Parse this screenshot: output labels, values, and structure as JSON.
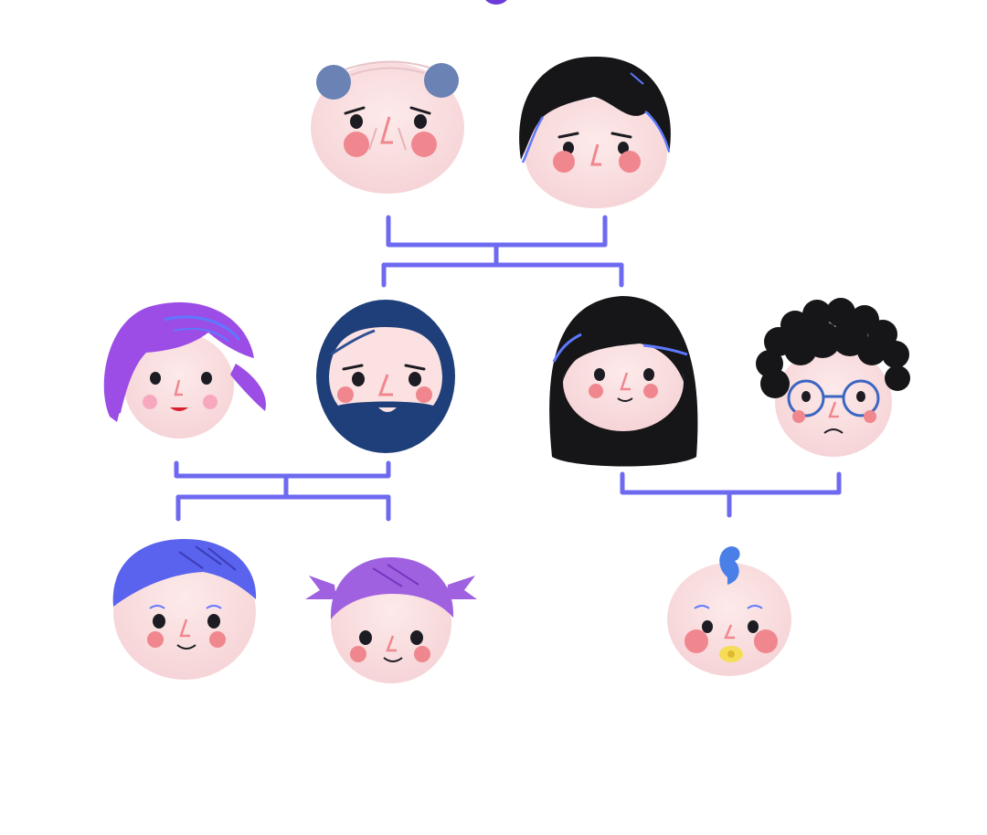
{
  "diagram": {
    "type": "family-tree",
    "colors": {
      "connector": "#6e6af0",
      "skin": "#fbe1e1",
      "skin_shade": "#f4cfd2",
      "cheek": "#f0878e",
      "cheek_light": "#f7a8be",
      "eye": "#1c1c22",
      "hair_black": "#161619",
      "hair_purple": "#9b4de6",
      "hair_violet": "#a061e0",
      "hair_blue": "#5a63ee",
      "hair_grey_blue": "#6a82b4",
      "beard_navy": "#1f3f7a",
      "accent_blue": "#5e78ff",
      "glasses": "#3c66c2",
      "pacifier": "#f5dd57",
      "top_dot": "#6b3ad8"
    },
    "people": [
      {
        "id": "grandpa",
        "icon": "bald-grandpa-face-icon",
        "generation": 1
      },
      {
        "id": "grandma",
        "icon": "black-hair-grandma-face-icon",
        "generation": 1
      },
      {
        "id": "purple-aunt",
        "icon": "purple-hair-woman-face-icon",
        "generation": 2
      },
      {
        "id": "bearded-son",
        "icon": "bearded-man-face-icon",
        "generation": 2
      },
      {
        "id": "long-hair-daughter",
        "icon": "long-black-hair-woman-face-icon",
        "generation": 2
      },
      {
        "id": "curly-husband",
        "icon": "curly-hair-glasses-man-face-icon",
        "generation": 2
      },
      {
        "id": "boy",
        "icon": "blue-hair-boy-face-icon",
        "generation": 3
      },
      {
        "id": "girl",
        "icon": "pigtails-girl-face-icon",
        "generation": 3
      },
      {
        "id": "baby",
        "icon": "baby-with-pacifier-face-icon",
        "generation": 3
      }
    ],
    "couples": [
      {
        "partners": [
          "grandpa",
          "grandma"
        ],
        "children": [
          "bearded-son",
          "long-hair-daughter"
        ]
      },
      {
        "partners": [
          "purple-aunt",
          "bearded-son"
        ],
        "children": [
          "boy",
          "girl"
        ]
      },
      {
        "partners": [
          "long-hair-daughter",
          "curly-husband"
        ],
        "children": [
          "baby"
        ]
      }
    ]
  }
}
